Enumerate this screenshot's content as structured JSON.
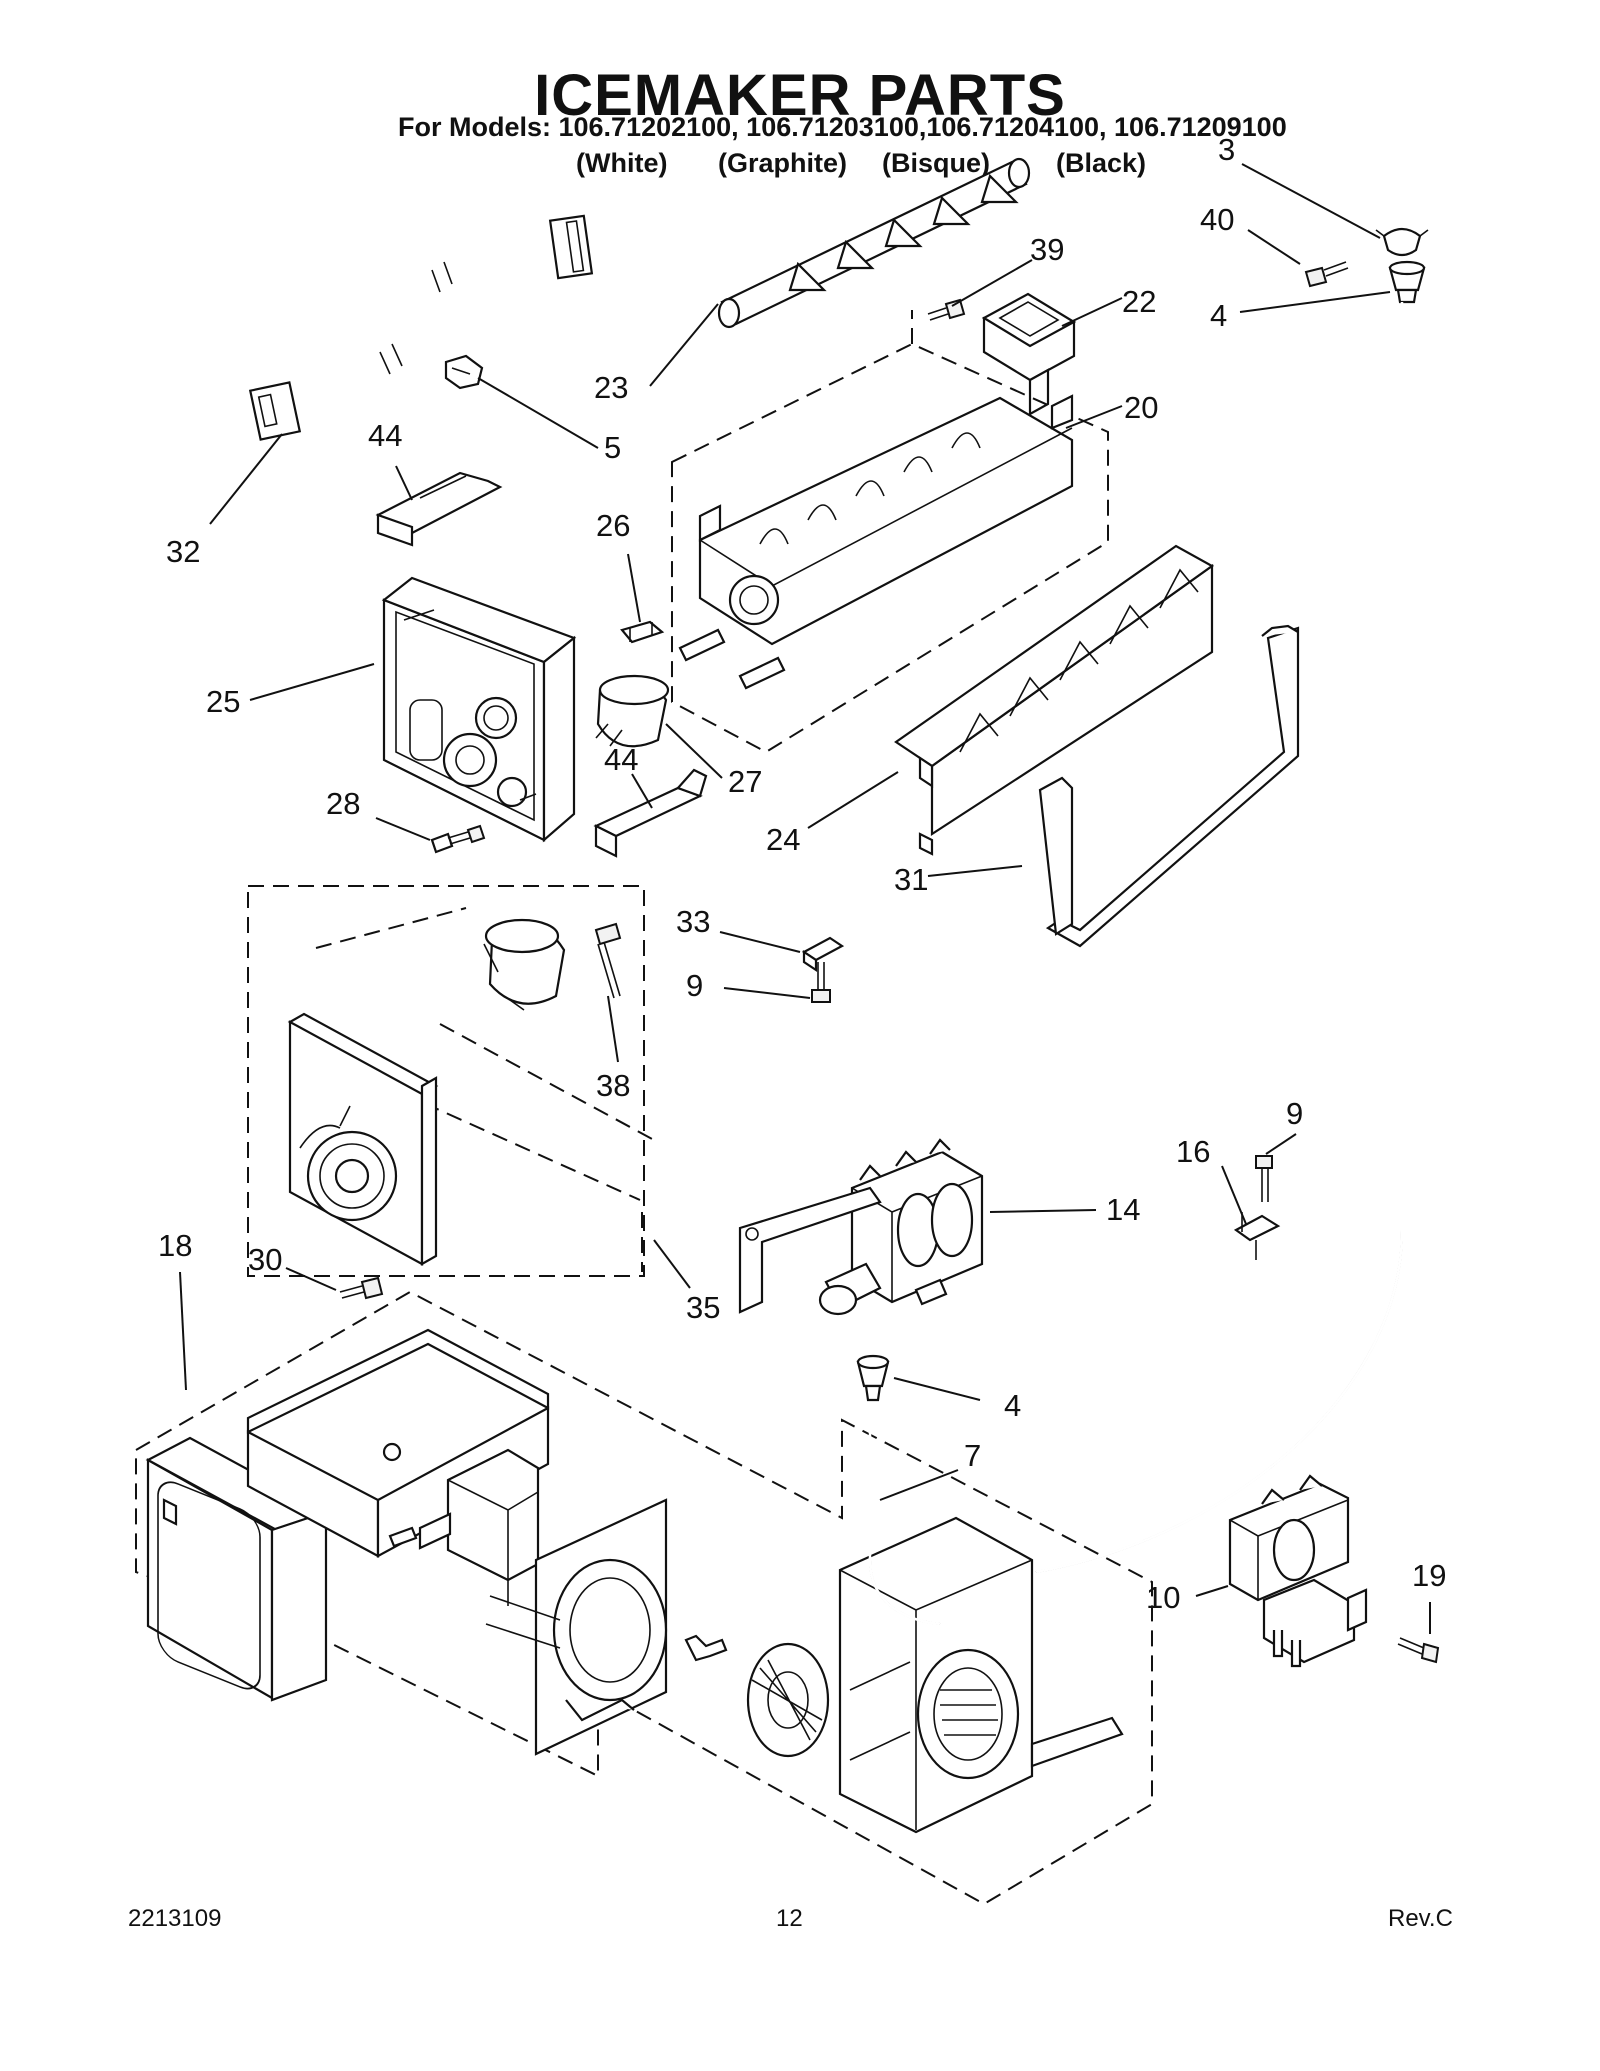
{
  "header": {
    "title": "ICEMAKER PARTS",
    "models_line": "For Models: 106.71202100, 106.71203100,106.71204100, 106.71209100",
    "colors": [
      "(White)",
      "(Graphite)",
      "(Bisque)",
      "(Black)"
    ]
  },
  "callouts": {
    "c3": "3",
    "c40": "40",
    "c39": "39",
    "c22": "22",
    "c4a": "4",
    "c23": "23",
    "c20": "20",
    "c5": "5",
    "c44a": "44",
    "c32": "32",
    "c26": "26",
    "c25": "25",
    "c27": "27",
    "c44b": "44",
    "c28": "28",
    "c24": "24",
    "c31": "31",
    "c33": "33",
    "c9a": "9",
    "c38": "38",
    "c9b": "9",
    "c16": "16",
    "c14": "14",
    "c18": "18",
    "c30": "30",
    "c35": "35",
    "c4b": "4",
    "c7": "7",
    "c19": "19",
    "c10": "10"
  },
  "footer": {
    "doc_number": "2213109",
    "page": "12",
    "revision": "Rev.C"
  }
}
